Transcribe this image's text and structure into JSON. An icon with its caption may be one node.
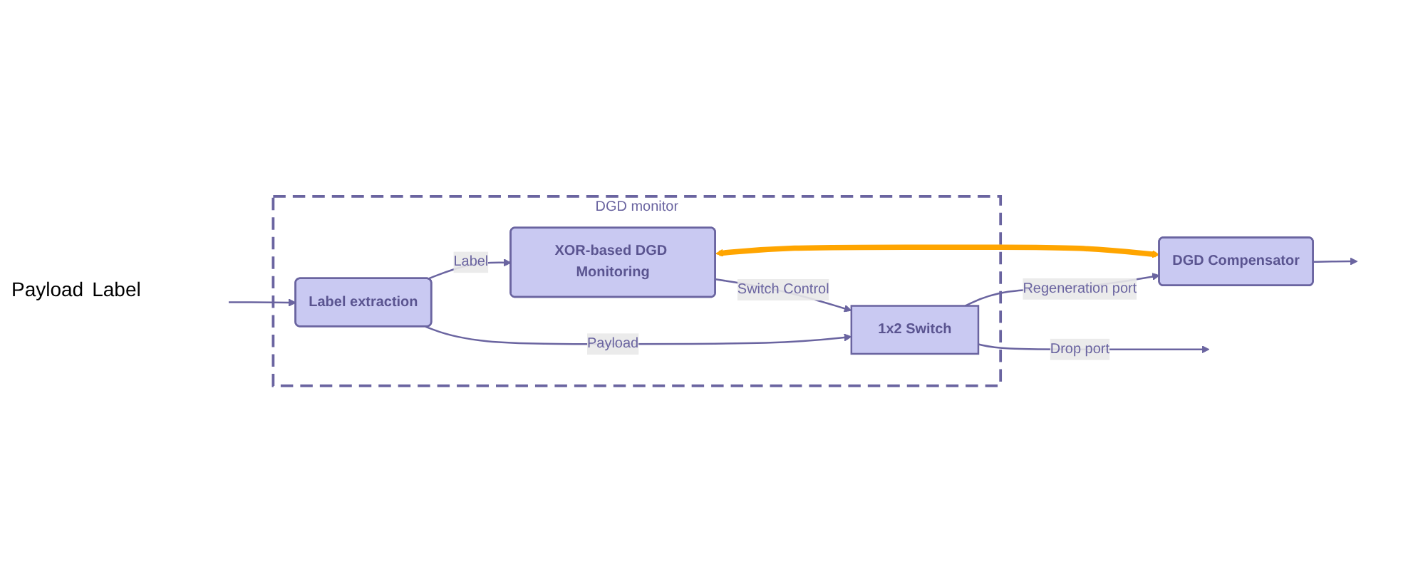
{
  "diagram": {
    "nodes": [
      {
        "text": [
          "DGD monitor"
        ]
      },
      {
        "text": [
          "Label extraction"
        ],
        "in": 0
      },
      {
        "text": [
          "1x2 Switch"
        ],
        "in": 0
      },
      {
        "text": [
          "XOR-based DGD Monitoring"
        ],
        "in": 0
      },
      {
        "text": [
          "DGD Compensator"
        ]
      }
    ],
    "edges": [
      {
        "from": null,
        "to": 1,
        "arrow": "to"
      },
      {
        "from": 1,
        "to": 2,
        "arrow": "to",
        "label": "Payload"
      },
      {
        "from": 1,
        "to": 3,
        "arrow": "to",
        "label": "Label"
      },
      {
        "from": 3,
        "to": 2,
        "arrow": "to",
        "label": "Switch Control"
      },
      {
        "from": 2,
        "to": 4,
        "arrow": "to",
        "label": "Regeneration port"
      },
      {
        "from": 2,
        "to": null,
        "arrow": "to",
        "label": "Drop port"
      },
      {
        "from": 4,
        "to": null,
        "arrow": "to"
      },
      {
        "from": 3,
        "to": 4,
        "arrow": "both",
        "style": "thick",
        "color": "#ffa500"
      }
    ],
    "labels": [
      "Payload",
      "Label"
    ]
  }
}
